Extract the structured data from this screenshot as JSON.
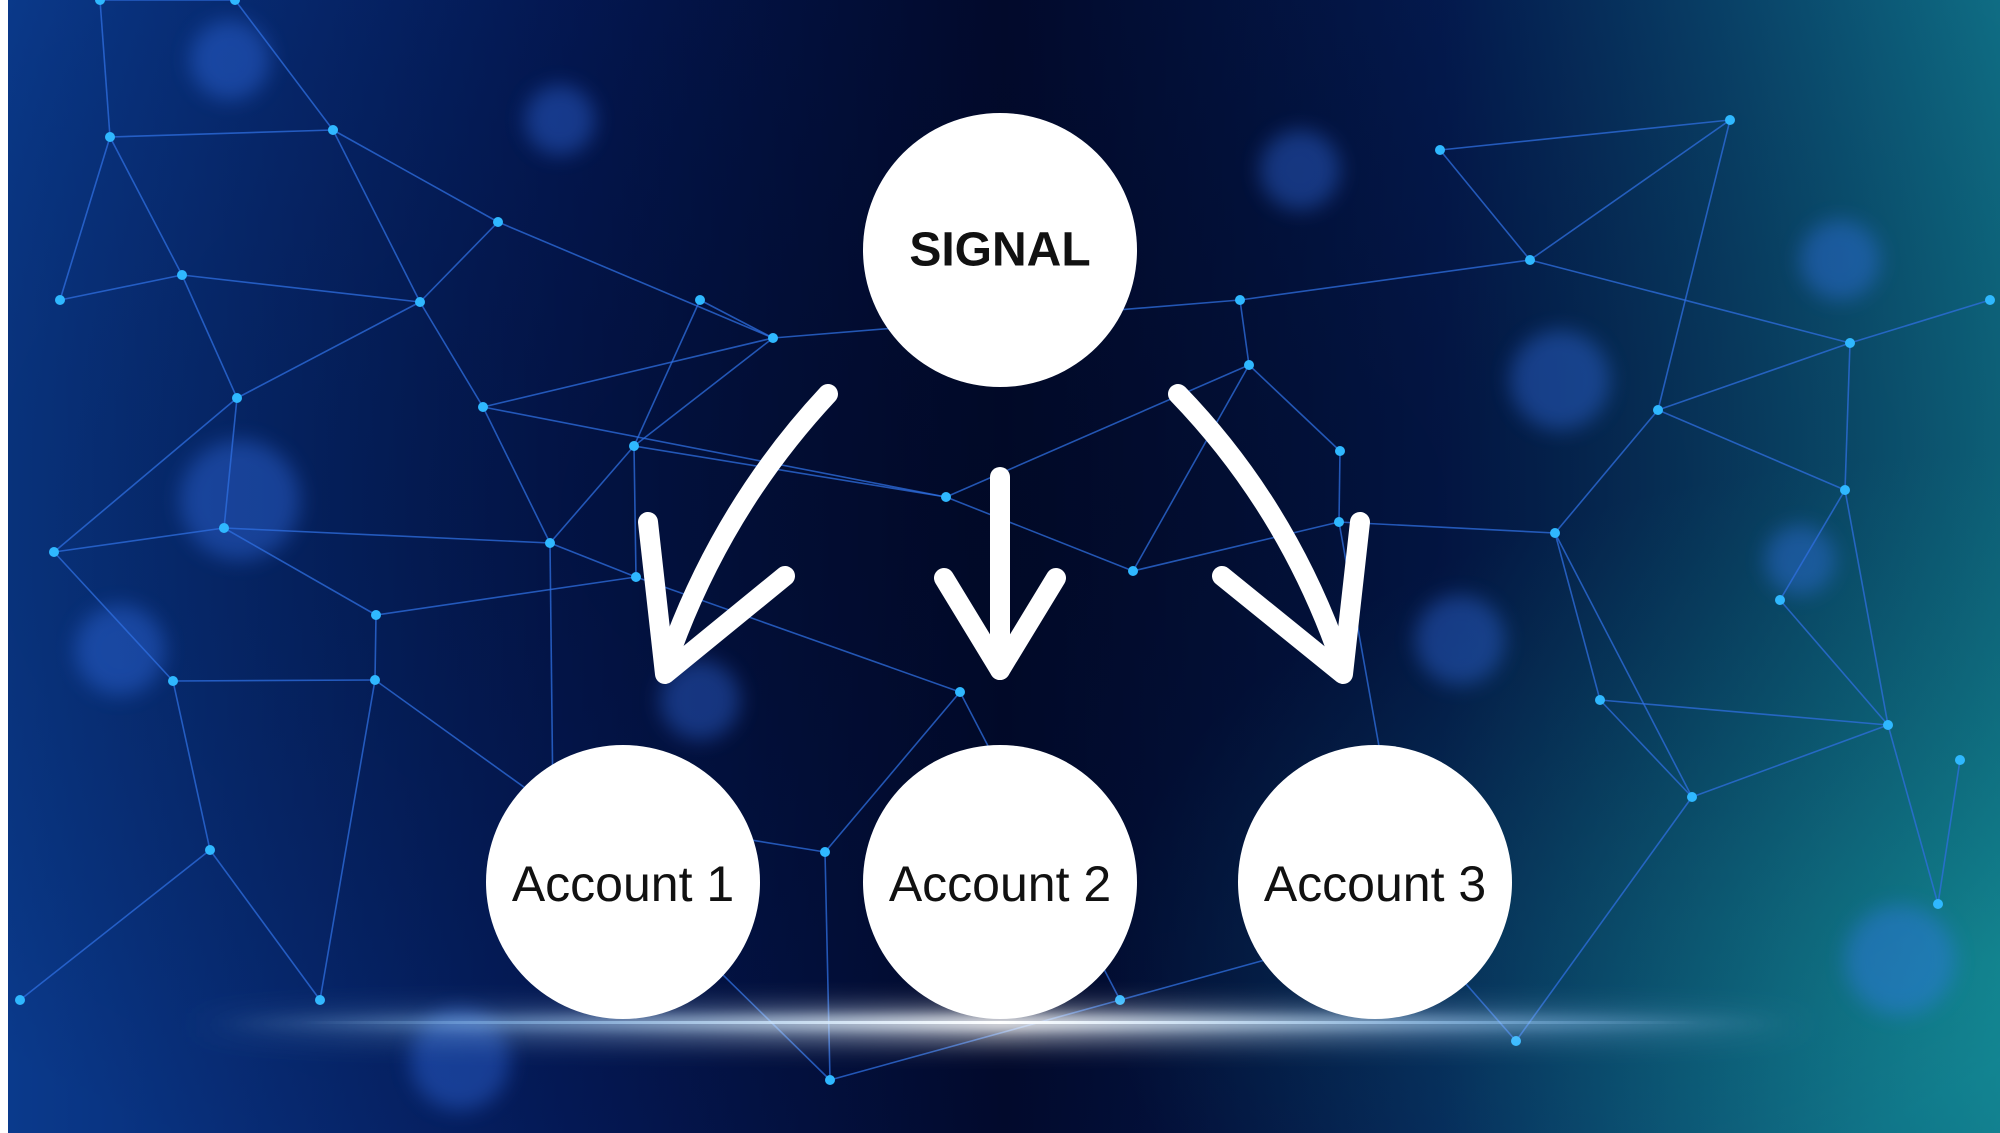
{
  "diagram": {
    "source_node": {
      "label": "SIGNAL"
    },
    "target_nodes": [
      {
        "label": "Account 1"
      },
      {
        "label": "Account 2"
      },
      {
        "label": "Account 3"
      }
    ]
  },
  "colors": {
    "bg_dark": "#020a2e",
    "bg_blue": "#0a3a8c",
    "bg_teal": "#0f7f8c",
    "network_line": "#2f6fe0",
    "network_node": "#2fb8ff",
    "node_fill": "#ffffff",
    "arrow": "#ffffff",
    "glow": "#9fd2ff"
  }
}
